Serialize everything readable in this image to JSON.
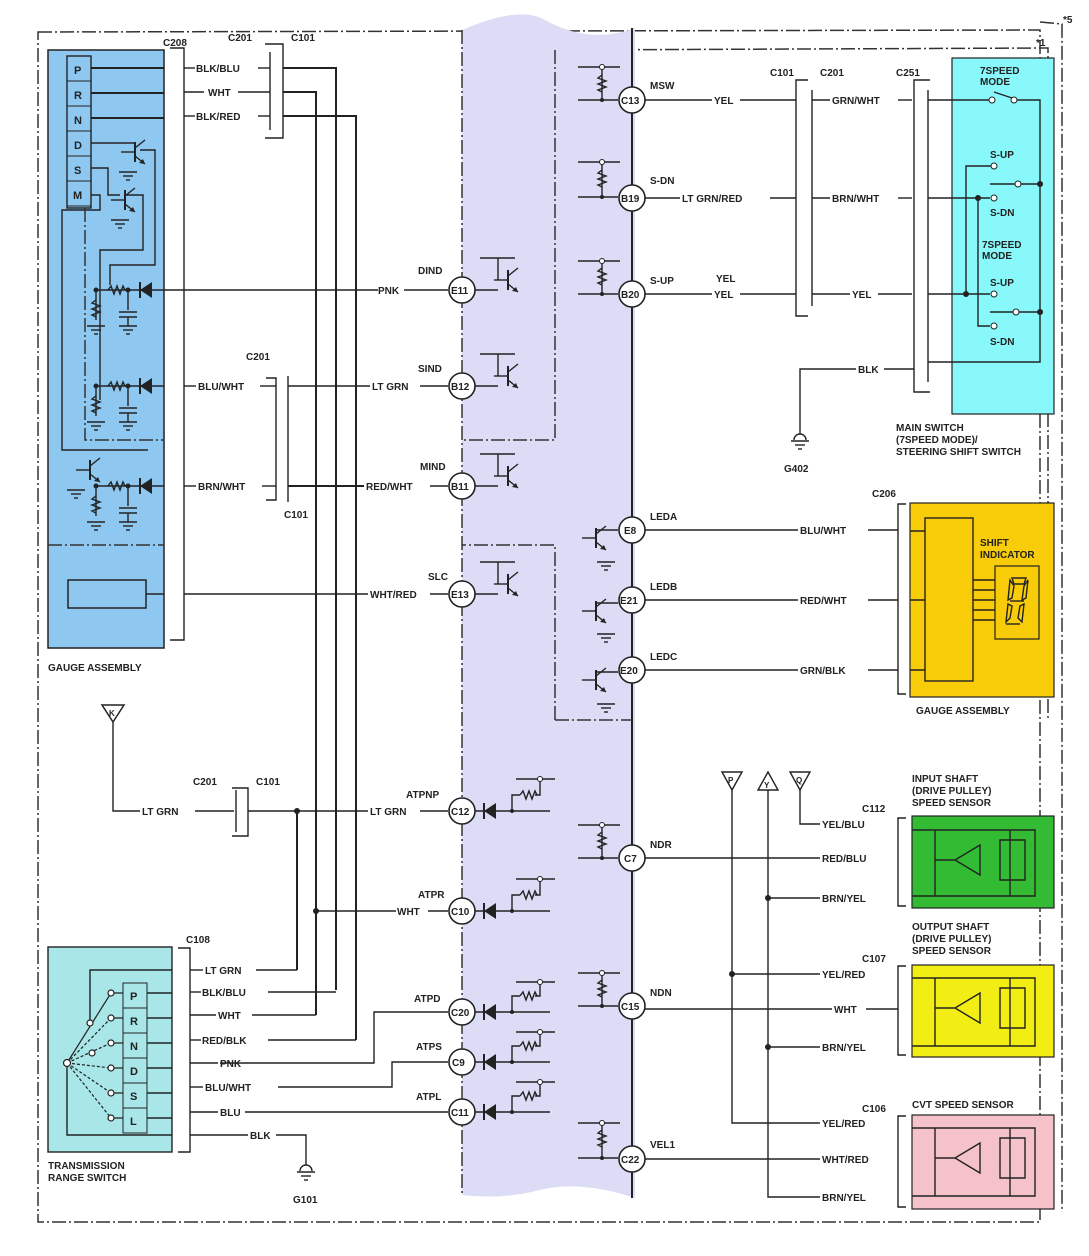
{
  "diagram": {
    "notes": {
      "note5": "*5",
      "note1": "*1"
    },
    "colors": {
      "ecm_fill": "#dcdcf6",
      "gauge_fill": "#8ec8f0",
      "main_switch_fill": "#88f8fa",
      "shift_indicator_fill": "#f8cc08",
      "range_switch_fill": "#a8e6e8",
      "input_sensor_fill": "#33bb33",
      "output_sensor_fill": "#f2ee14",
      "cvt_sensor_fill": "#f4c2c8"
    },
    "gauge_left": {
      "label": "GAUGE ASSEMBLY",
      "positions": [
        "P",
        "R",
        "N",
        "D",
        "S",
        "M"
      ],
      "connectors": {
        "c208": "C208",
        "c201_top": "C201",
        "c101_top": "C101",
        "c201_mid": "C201",
        "c101_mid": "C101"
      },
      "wires": {
        "blk_blu": "BLK/BLU",
        "wht": "WHT",
        "blk_red": "BLK/RED",
        "blu_wht": "BLU/WHT",
        "brn_wht": "BRN/WHT"
      }
    },
    "ecm_left_pins": [
      {
        "name": "DIND",
        "pin": "E11",
        "wire": "PNK"
      },
      {
        "name": "SIND",
        "pin": "B12",
        "wire": "LT GRN"
      },
      {
        "name": "MIND",
        "pin": "B11",
        "wire": "RED/WHT"
      },
      {
        "name": "SLC",
        "pin": "E13",
        "wire": "WHT/RED"
      },
      {
        "name": "ATPNP",
        "pin": "C12",
        "wire": "LT GRN"
      },
      {
        "name": "ATPR",
        "pin": "C10",
        "wire": "WHT"
      },
      {
        "name": "ATPD",
        "pin": "C20",
        "wire": ""
      },
      {
        "name": "ATPS",
        "pin": "C9",
        "wire": ""
      },
      {
        "name": "ATPL",
        "pin": "C11",
        "wire": ""
      }
    ],
    "ecm_right_pins": [
      {
        "name": "MSW",
        "pin": "C13",
        "wire": "YEL"
      },
      {
        "name": "S-DN",
        "pin": "B19",
        "wire": "LT GRN/RED"
      },
      {
        "name": "S-UP",
        "pin": "B20",
        "wire": "YEL",
        "wire2": "YEL"
      },
      {
        "name": "LEDA",
        "pin": "E8",
        "wire": "BLU/WHT"
      },
      {
        "name": "LEDB",
        "pin": "E21",
        "wire": "RED/WHT"
      },
      {
        "name": "LEDC",
        "pin": "E20",
        "wire": "GRN/BLK"
      },
      {
        "name": "NDR",
        "pin": "C7",
        "wire": "RED/BLU"
      },
      {
        "name": "NDN",
        "pin": "C15",
        "wire": "WHT"
      },
      {
        "name": "VEL1",
        "pin": "C22",
        "wire": "WHT/RED"
      }
    ],
    "main_switch": {
      "connectors": {
        "c101": "C101",
        "c201": "C201",
        "c251": "C251"
      },
      "wires": {
        "grn_wht": "GRN/WHT",
        "brn_wht": "BRN/WHT",
        "yel": "YEL",
        "blk": "BLK"
      },
      "labels": {
        "mode1": "7SPEED",
        "mode1b": "MODE",
        "sup1": "S-UP",
        "sdn1": "S-DN",
        "mode2": "7SPEED",
        "mode2b": "MODE",
        "sup2": "S-UP",
        "sdn2": "S-DN"
      },
      "title": [
        "MAIN SWITCH",
        "(7SPEED MODE)/",
        "STEERING SHIFT SWITCH"
      ],
      "ground": "G402"
    },
    "shift_indicator": {
      "connector": "C206",
      "title1": "SHIFT",
      "title2": "INDICATOR",
      "label": "GAUGE ASSEMBLY"
    },
    "k_junction": {
      "tag": "K",
      "wire": "LT GRN",
      "c201": "C201",
      "c101": "C101"
    },
    "range_switch": {
      "connector": "C108",
      "positions": [
        "P",
        "R",
        "N",
        "D",
        "S",
        "L"
      ],
      "wires": [
        "LT GRN",
        "BLK/BLU",
        "WHT",
        "RED/BLK",
        "PNK",
        "BLU/WHT",
        "BLU",
        "BLK"
      ],
      "title": [
        "TRANSMISSION",
        "RANGE SWITCH"
      ],
      "ground": "G101"
    },
    "junction_tags": {
      "p": "P",
      "y": "Y",
      "q": "Q"
    },
    "sensors": [
      {
        "title": [
          "INPUT SHAFT",
          "(DRIVE PULLEY)",
          "SPEED SENSOR"
        ],
        "connector": "C112",
        "wires": [
          "YEL/BLU",
          "RED/BLU",
          "BRN/YEL"
        ]
      },
      {
        "title": [
          "OUTPUT SHAFT",
          "(DRIVE PULLEY)",
          "SPEED SENSOR"
        ],
        "connector": "C107",
        "wires": [
          "YEL/RED",
          "WHT",
          "BRN/YEL"
        ]
      },
      {
        "title": [
          "CVT SPEED SENSOR"
        ],
        "connector": "C106",
        "wires": [
          "YEL/RED",
          "WHT/RED",
          "BRN/YEL"
        ]
      }
    ]
  }
}
